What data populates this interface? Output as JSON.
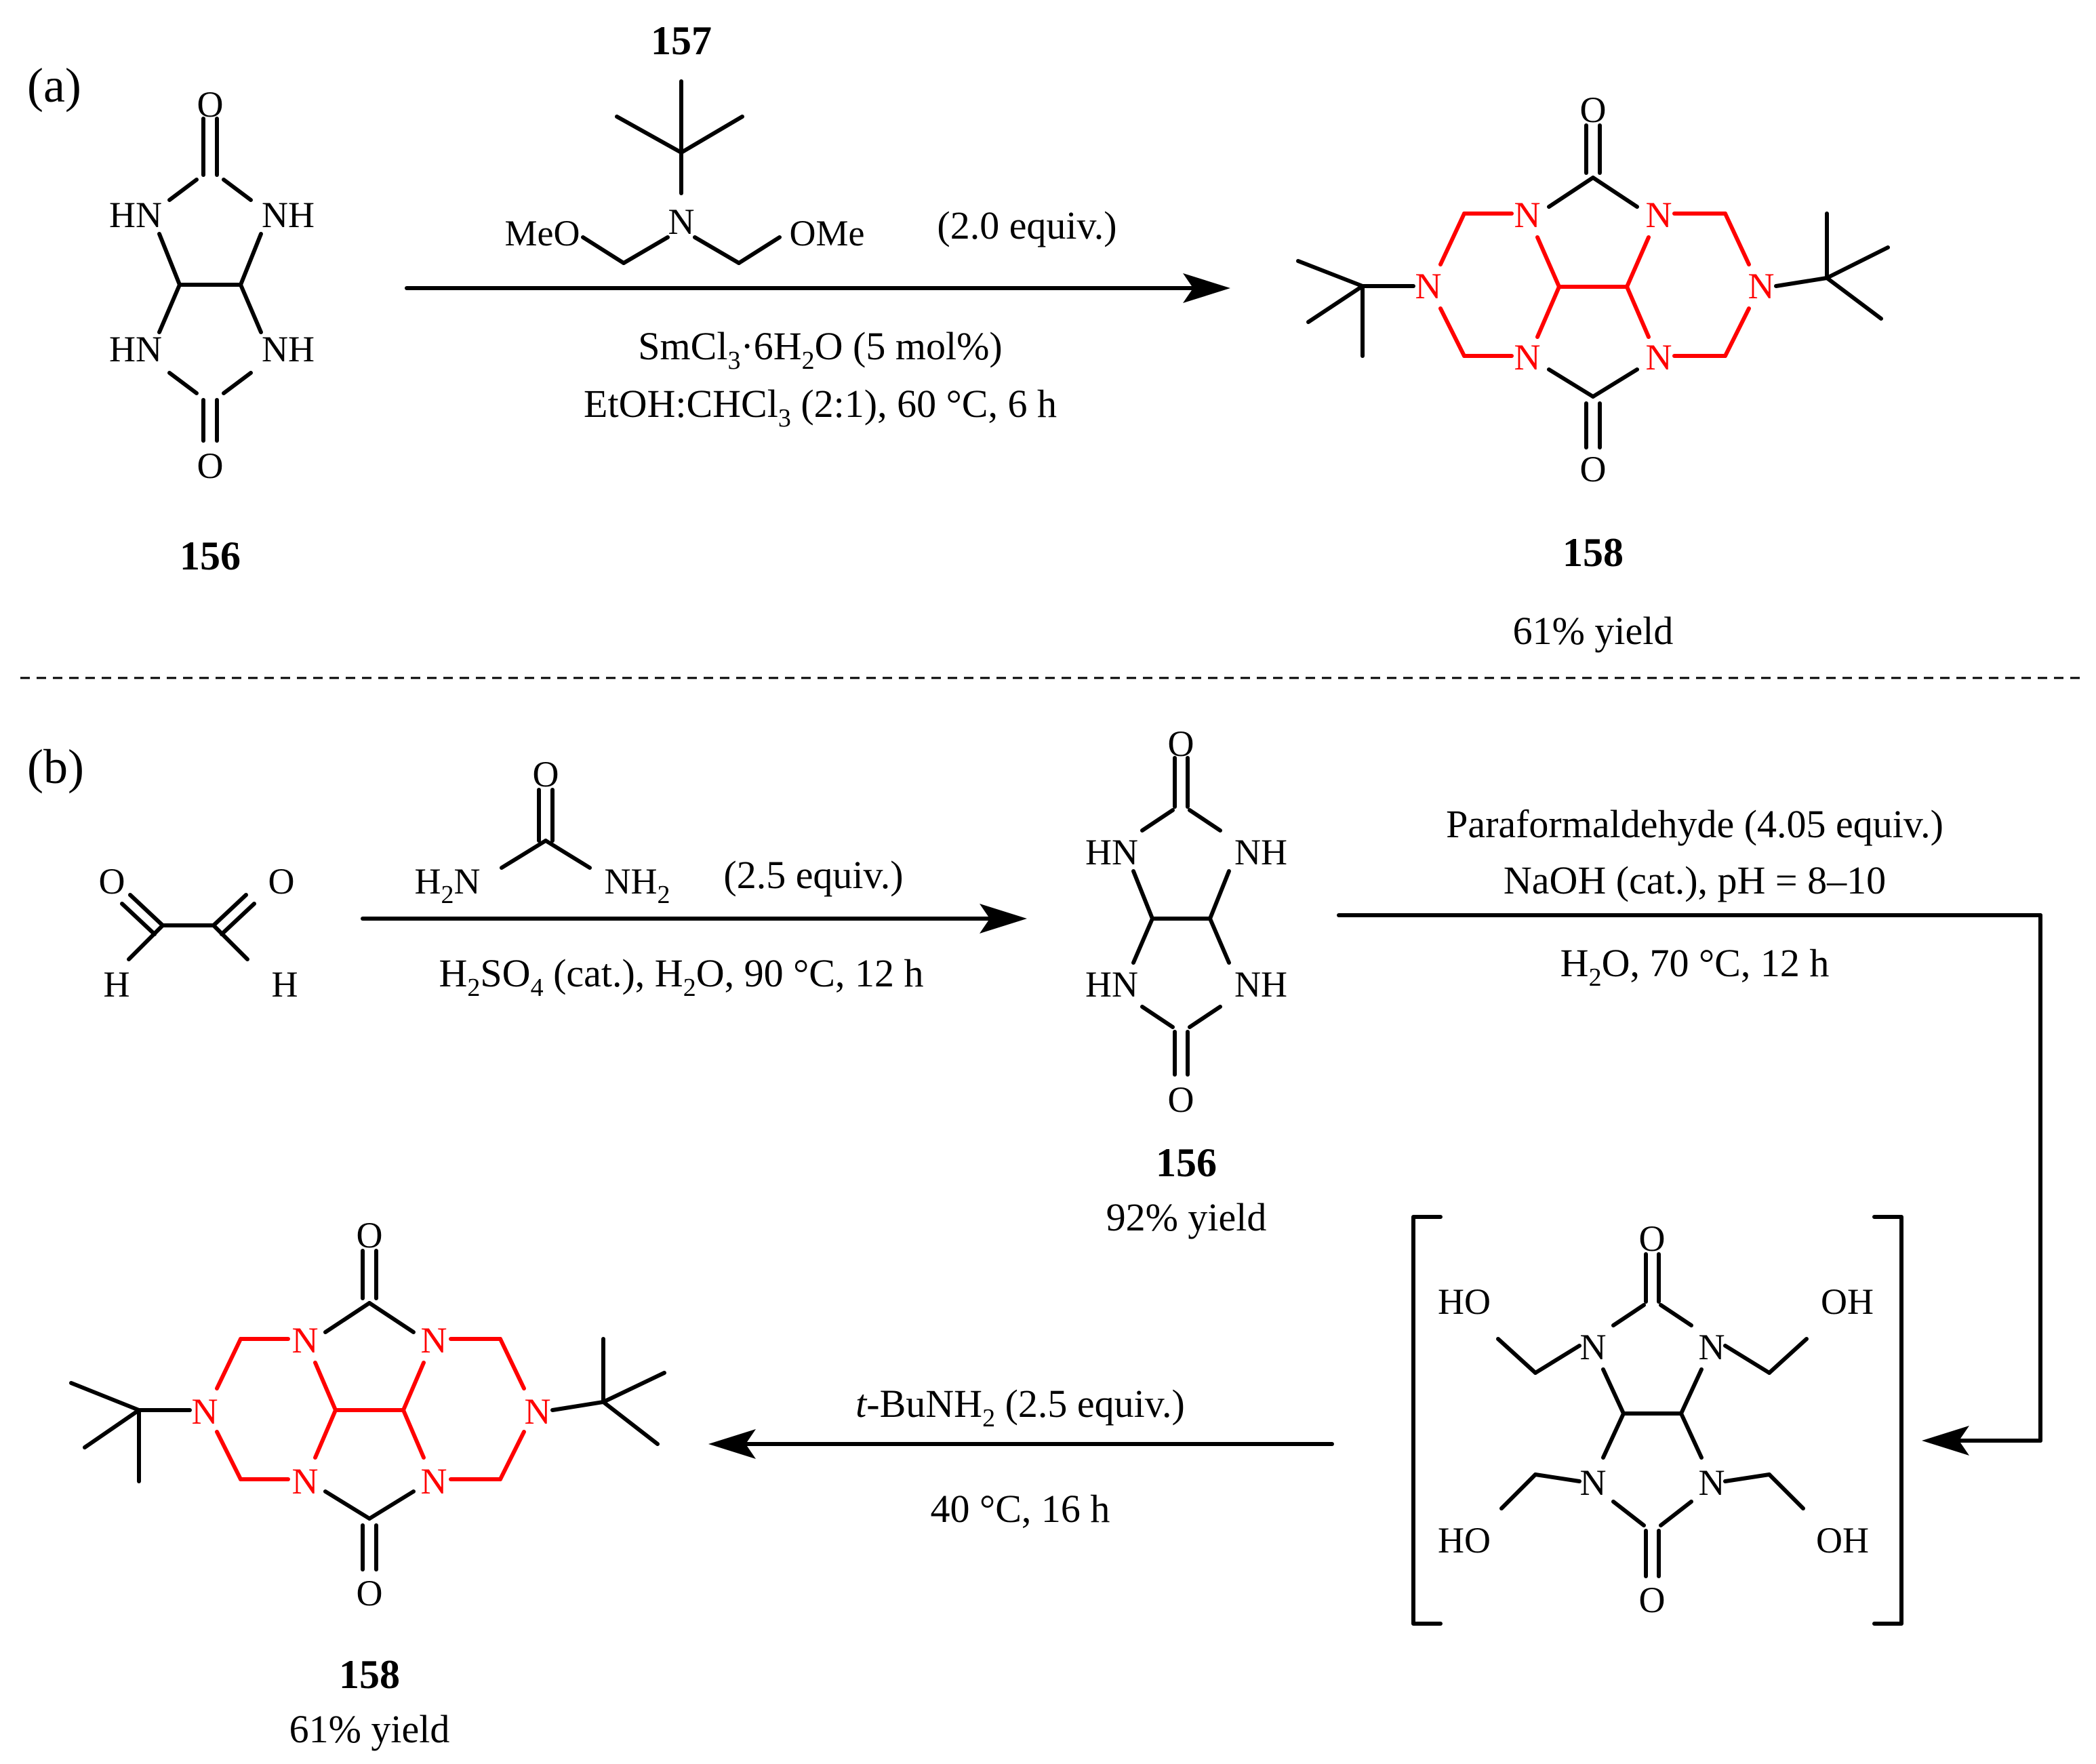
{
  "colors": {
    "ink": "#000000",
    "highlight": "#ff0000"
  },
  "panel_a": {
    "tag": "(a)",
    "reagent_number": "157",
    "reagent_left": "MeO",
    "reagent_right": "OMe",
    "reagent_equiv": "(2.0 equiv.)",
    "cond_1_a": "SmCl",
    "cond_1_sub": "3",
    "cond_1_b": "·6H",
    "cond_1_sub2": "2",
    "cond_1_c": "O (5 mol%)",
    "cond_2_a": "EtOH:CHCl",
    "cond_2_sub": "3",
    "cond_2_b": " (2:1), 60 °C, 6 h",
    "start_label": "156",
    "product_label": "158",
    "product_yield": "61% yield"
  },
  "panel_b": {
    "tag": "(b)",
    "urea_h2n": "H",
    "urea_sub1": "2",
    "urea_n1": "N",
    "urea_nh": "NH",
    "urea_sub2": "2",
    "urea_equiv": "(2.5 equiv.)",
    "step1_cond_a": "H",
    "step1_cond_sub1": "2",
    "step1_cond_b": "SO",
    "step1_cond_sub2": "4",
    "step1_cond_c": " (cat.), H",
    "step1_cond_sub3": "2",
    "step1_cond_d": "O, 90 °C, 12 h",
    "intermediate_label": "156",
    "intermediate_yield": "92% yield",
    "step2_cond_1": "Paraformaldehyde (4.05 equiv.)",
    "step2_cond_2": "NaOH (cat.), pH = 8–10",
    "step2_cond_3_a": "H",
    "step2_cond_3_sub": "2",
    "step2_cond_3_b": "O, 70 °C, 12 h",
    "step3_cond_italic": "t",
    "step3_cond_a": "-BuNH",
    "step3_cond_sub": "2",
    "step3_cond_b": " (2.5 equiv.)",
    "step3_cond_2": "40 °C, 16 h",
    "product_label": "158",
    "product_yield": "61% yield"
  },
  "atoms": {
    "O": "O",
    "N": "N",
    "H": "H",
    "HN": "HN",
    "NH": "NH",
    "HO": "HO",
    "OH": "OH"
  }
}
